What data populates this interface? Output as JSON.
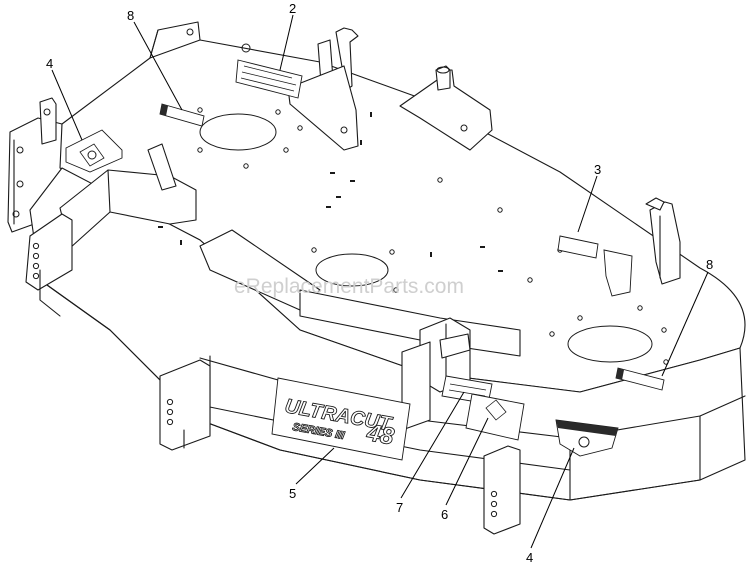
{
  "watermark": "eReplacementParts.com",
  "deck_brand": {
    "name": "ULTRACUT",
    "series": "SERIES III",
    "size": "48"
  },
  "callouts": [
    {
      "id": "c2",
      "label": "2"
    },
    {
      "id": "c8a",
      "label": "8"
    },
    {
      "id": "c4a",
      "label": "4"
    },
    {
      "id": "c3",
      "label": "3"
    },
    {
      "id": "c8b",
      "label": "8"
    },
    {
      "id": "c5",
      "label": "5"
    },
    {
      "id": "c7",
      "label": "7"
    },
    {
      "id": "c6",
      "label": "6"
    },
    {
      "id": "c4b",
      "label": "4"
    }
  ]
}
